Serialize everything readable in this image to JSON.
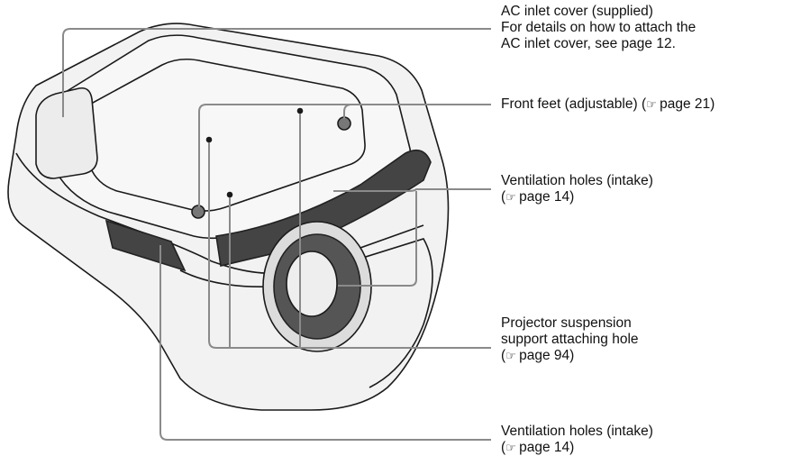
{
  "colors": {
    "line": "#8a8a8a",
    "outline": "#1a1a1a",
    "body_fill": "#f2f2f2",
    "vent_fill": "#444444"
  },
  "callouts": [
    {
      "id": "ac-inlet-cover",
      "lines": [
        "AC inlet cover (supplied)",
        "For details on how to attach the",
        "AC inlet cover, see page 12."
      ]
    },
    {
      "id": "front-feet",
      "lines": [
        "Front feet (adjustable) (",
        "page 21)"
      ],
      "inline_icon": true
    },
    {
      "id": "vent-intake-top",
      "lines": [
        "Ventilation holes (intake)",
        "(",
        "page 14)"
      ],
      "icon_line": 1
    },
    {
      "id": "suspension-hole",
      "lines": [
        "Projector suspension",
        "support attaching hole",
        "(",
        "page 94)"
      ],
      "icon_line": 2
    },
    {
      "id": "vent-intake-bottom",
      "lines": [
        "Ventilation holes (intake)",
        "(",
        "page 14)"
      ],
      "icon_line": 1
    }
  ],
  "reference_icon": "pointing-hand-icon",
  "reference_glyph": "☞"
}
